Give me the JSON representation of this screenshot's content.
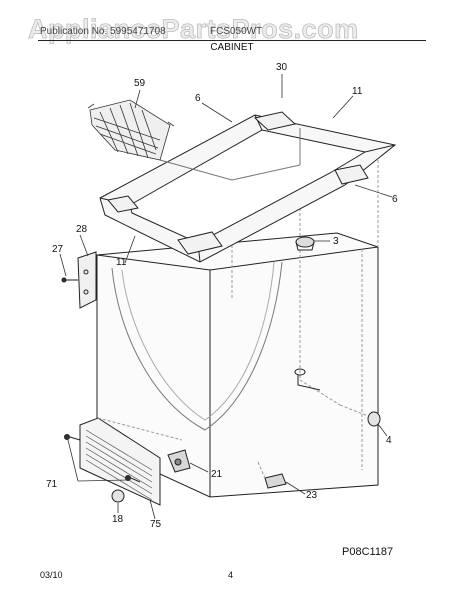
{
  "watermark": "AppliancePartsPros.com",
  "header": {
    "left": "Publication No. 5995471708",
    "right": "FCS050WT"
  },
  "section_title": "CABINET",
  "callouts": {
    "c59": "59",
    "c30": "30",
    "c6a": "6",
    "c11a": "11",
    "c6b": "6",
    "c3": "3",
    "c28": "28",
    "c27": "27",
    "c11b": "11",
    "c4": "4",
    "c21": "21",
    "c71": "71",
    "c23": "23",
    "c18": "18",
    "c75": "75"
  },
  "figure_code": "P08C1187",
  "footer": {
    "date": "03/10",
    "page": "4"
  }
}
